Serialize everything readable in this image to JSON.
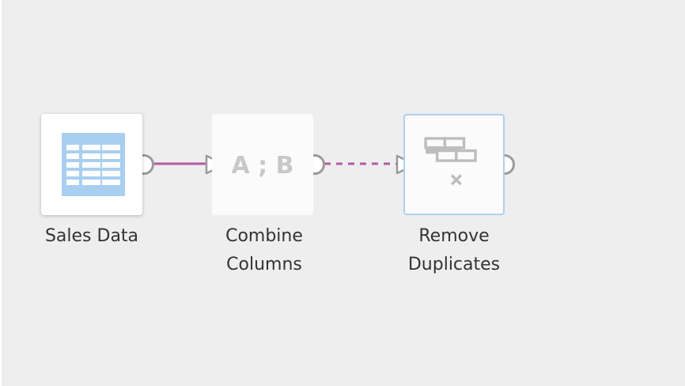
{
  "canvas": {
    "background": "#eeeeee"
  },
  "nodes": [
    {
      "id": "sales-data",
      "label_lines": [
        "Sales Data"
      ],
      "icon": "table-icon",
      "selected": false
    },
    {
      "id": "combine-columns",
      "label_lines": [
        "Combine",
        "Columns"
      ],
      "icon": "combine-columns-icon",
      "icon_text": "A ; B",
      "selected": false
    },
    {
      "id": "remove-duplicates",
      "label_lines": [
        "Remove",
        "Duplicates"
      ],
      "icon": "remove-duplicates-icon",
      "selected": true
    }
  ],
  "links": [
    {
      "from": "sales-data",
      "to": "combine-columns",
      "style": "solid",
      "color": "#b45aa3"
    },
    {
      "from": "combine-columns",
      "to": "remove-duplicates",
      "style": "dashed",
      "color": "#b45aa3"
    }
  ],
  "colors": {
    "table_icon": "#a8cff0",
    "port": "#9a9a9a",
    "icon_gray": "#c8c8c8",
    "selection_border": "#aed1ef"
  }
}
